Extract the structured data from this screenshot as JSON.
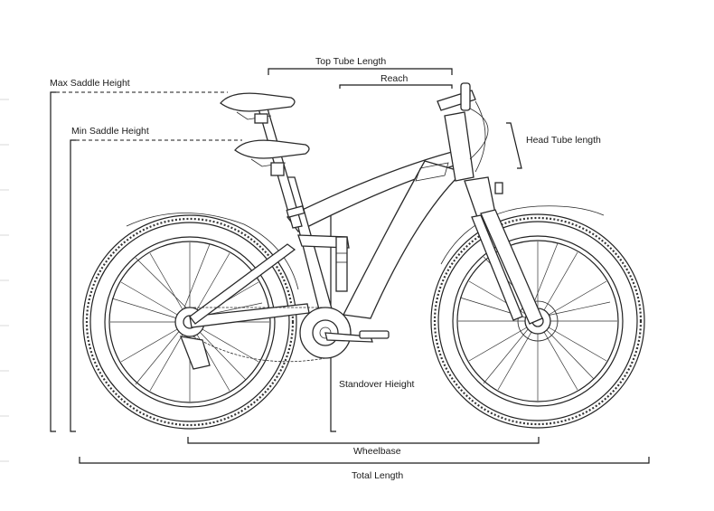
{
  "labels": {
    "top_tube_length": "Top Tube Length",
    "reach": "Reach",
    "max_saddle_height": "Max Saddle Height",
    "min_saddle_height": "Min Saddle Height",
    "head_tube_length": "Head Tube length",
    "standover_height": "Standover Hieight",
    "wheelbase": "Wheelbase",
    "total_length": "Total Length"
  },
  "colors": {
    "ink": "#1a1a1a",
    "background": "#ffffff"
  }
}
